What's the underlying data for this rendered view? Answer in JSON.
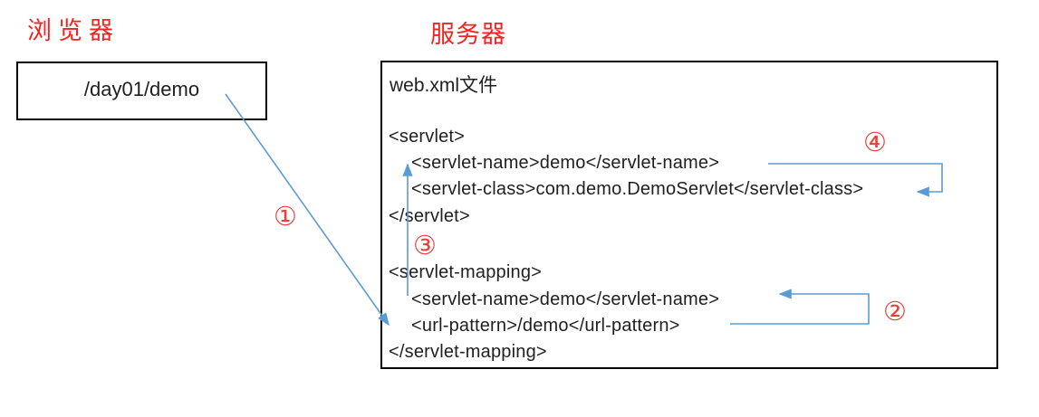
{
  "diagram": {
    "browser": {
      "label": "浏览器",
      "request_url": "/day01/demo"
    },
    "server": {
      "label": "服务器",
      "file_title": "web.xml文件",
      "code_lines": [
        "<servlet>",
        "<servlet-name>demo</servlet-name>",
        "<servlet-class>com.demo.DemoServlet</servlet-class>",
        "</servlet>",
        "<servlet-mapping>",
        "<servlet-name>demo</servlet-name>",
        "<url-pattern>/demo</url-pattern>",
        "</servlet-mapping>"
      ]
    },
    "steps": {
      "step1": "①",
      "step2": "②",
      "step3": "③",
      "step4": "④"
    },
    "colors": {
      "heading_red": "#f52222",
      "step_red": "#e8403a",
      "arrow_blue": "#5b9bd5",
      "text_dark": "#1f1f1f"
    }
  }
}
